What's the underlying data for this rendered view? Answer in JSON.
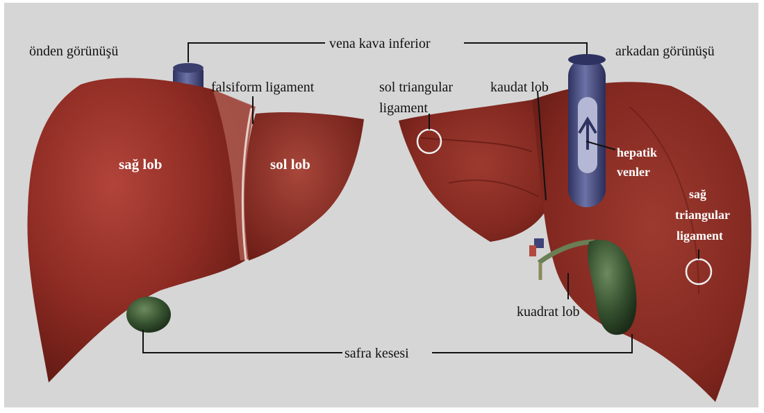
{
  "diagram": {
    "title_front": "önden görünüşü",
    "title_back": "arkadan görünüşü",
    "labels": {
      "vena_kava": "vena kava inferior",
      "falsiform": "falsiform ligament",
      "sag_lob": "sağ lob",
      "sol_lob": "sol lob",
      "sol_triangular_1": "sol triangular",
      "sol_triangular_2": "ligament",
      "kaudat": "kaudat lob",
      "hepatik_1": "hepatik",
      "hepatik_2": "venler",
      "sag_triangular_1": "sağ",
      "sag_triangular_2": "triangular",
      "sag_triangular_3": "ligament",
      "kuadrat": "kuadrat lob",
      "safra": "safra kesesi"
    }
  },
  "colors": {
    "background": "#d6d6d6",
    "liver": "#8b2a22",
    "liver_dark": "#6e1e18",
    "vessel": "#4a4f7a",
    "gallbladder": "#2f4a2a",
    "leader_line": "#111111"
  }
}
